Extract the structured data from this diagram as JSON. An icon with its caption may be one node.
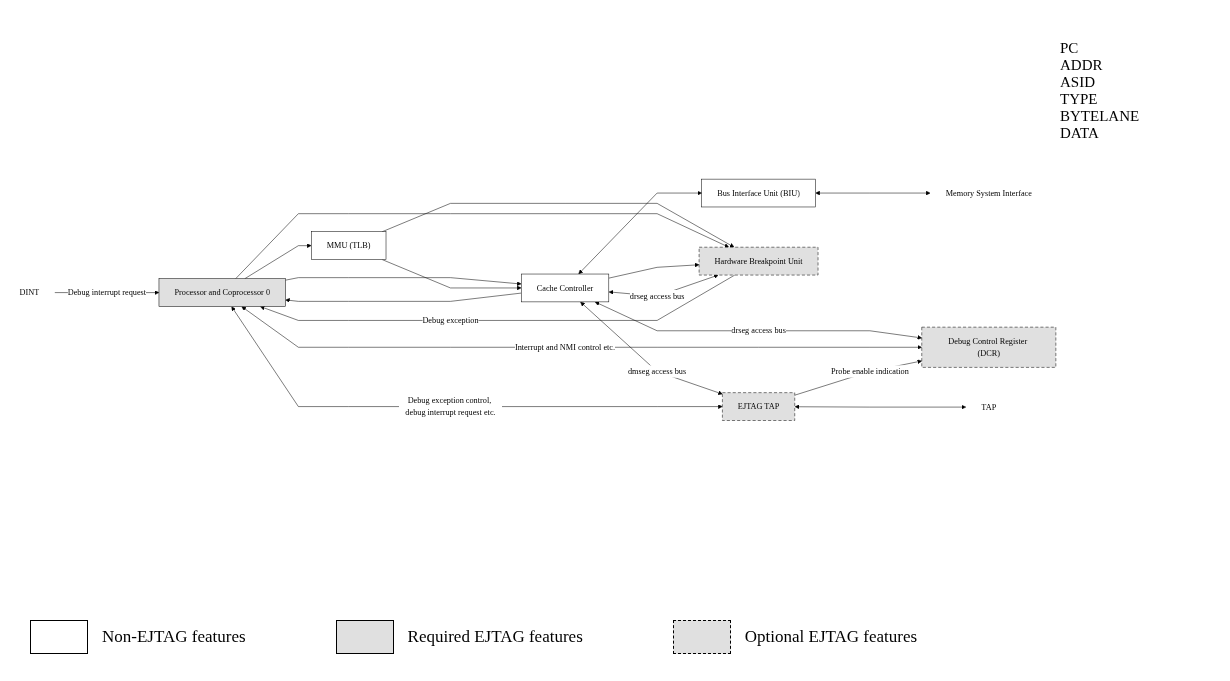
{
  "diagram": {
    "nodes": [
      {
        "text": [
          "Processor and Coprocessor 0"
        ]
      },
      {
        "text": [
          "MMU (TLB)"
        ]
      },
      {
        "text": [
          "Cache Controller"
        ]
      },
      {
        "text": [
          "Bus Interface Unit (BIU)"
        ]
      },
      {
        "text": [
          "Memory System Interface"
        ]
      },
      {
        "text": [
          "Hardware Breakpoint Unit"
        ]
      },
      {
        "text": [
          "EJTAG TAP"
        ]
      },
      {
        "text": [
          "TAP"
        ]
      },
      {
        "text": [
          "Debug Control Register (DCR)"
        ]
      },
      {
        "text": [
          "DINT"
        ]
      }
    ],
    "edges": [
      {
        "from": 0,
        "to": 1,
        "arrow": "to"
      },
      {
        "from": 0,
        "to": 2,
        "arrow": "to"
      },
      {
        "from": 1,
        "to": 2,
        "arrow": "to"
      },
      {
        "from": 2,
        "to": 3,
        "arrow": "both"
      },
      {
        "from": 3,
        "to": 4,
        "arrow": "both"
      },
      {
        "from": 2,
        "to": 0,
        "arrow": "to"
      },
      {
        "from": 1,
        "to": 5,
        "arrow": "to"
      },
      {
        "from": 0,
        "to": 5,
        "arrow": "to"
      },
      {
        "from": 2,
        "to": 5,
        "arrow": "to"
      },
      {
        "from": 2,
        "to": 5,
        "arrow": "both",
        "label": "drseg access bus"
      },
      {
        "from": 2,
        "to": 8,
        "arrow": "both",
        "label": "drseg access bus"
      },
      {
        "from": 2,
        "to": 6,
        "arrow": "both",
        "label": "dmseg access bus"
      },
      {
        "from": 6,
        "to": 7,
        "arrow": "both"
      },
      {
        "from": 5,
        "to": 0,
        "arrow": "to",
        "label": "Debug exception"
      },
      {
        "from": 0,
        "to": 8,
        "arrow": "both",
        "label": "Interrupt and NMI control etc."
      },
      {
        "from": 6,
        "to": 8,
        "arrow": "to",
        "label": "Probe enable indication"
      },
      {
        "from": 0,
        "to": 6,
        "arrow": "both",
        "label": "Debug exception control, debug interrupt request etc."
      },
      {
        "from": 9,
        "to": 0,
        "arrow": "to",
        "label": "Debug interrupt request"
      }
    ],
    "labels": [
      "PC",
      "ADDR",
      "ASID",
      "TYPE",
      "BYTELANE",
      "DATA"
    ],
    "legend": [
      {
        "text": "Non-EJTAG features",
        "color": "#ffffff"
      },
      {
        "text": "Required EJTAG features",
        "color": "#e0e0e0"
      },
      {
        "text": "Optional EJTAG features"
      }
    ]
  }
}
